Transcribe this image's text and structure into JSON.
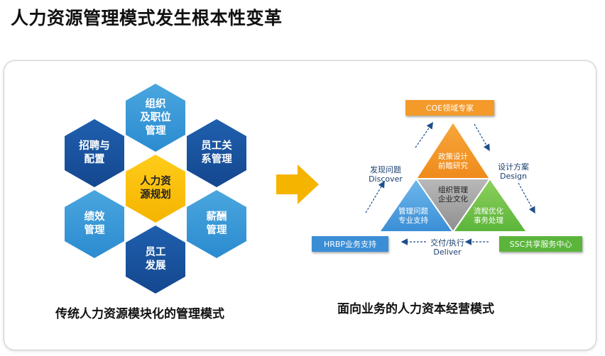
{
  "title": "人力资源管理模式发生根本性变革",
  "left": {
    "hexes": [
      {
        "label": "组织\n及职位\n管理"
      },
      {
        "label": "招聘与\n配置"
      },
      {
        "label": "员工关\n系管理"
      },
      {
        "label": "人力资\n源规划"
      },
      {
        "label": "绩效\n管理"
      },
      {
        "label": "薪酬\n管理"
      },
      {
        "label": "员工\n发展"
      }
    ],
    "caption": "传统人力资源模块化的管理模式"
  },
  "right": {
    "coe": "COE领域专家",
    "hrbp": "HRBP业务支持",
    "ssc": "SSC共享服务中心",
    "discover_cn": "发现问题",
    "discover_en": "Discover",
    "design_cn": "设计方案",
    "design_en": "Design",
    "deliver_cn": "交付/执行",
    "deliver_en": "Deliver",
    "tri_top": "政策设计\n前瞻研究",
    "tri_center": "组织管理\n企业文化",
    "tri_left": "管理问题\n专业支持",
    "tri_right": "流程优化\n事务处理",
    "caption": "面向业务的人力资本经营模式"
  },
  "colors": {
    "hex_light": "#2b8bd0",
    "hex_dark": "#14478f",
    "hex_center": "#f5b400",
    "coe": "#f39a2b",
    "hrbp": "#3a8ed6",
    "ssc": "#5bb53b",
    "arrow": "#f5b400"
  }
}
